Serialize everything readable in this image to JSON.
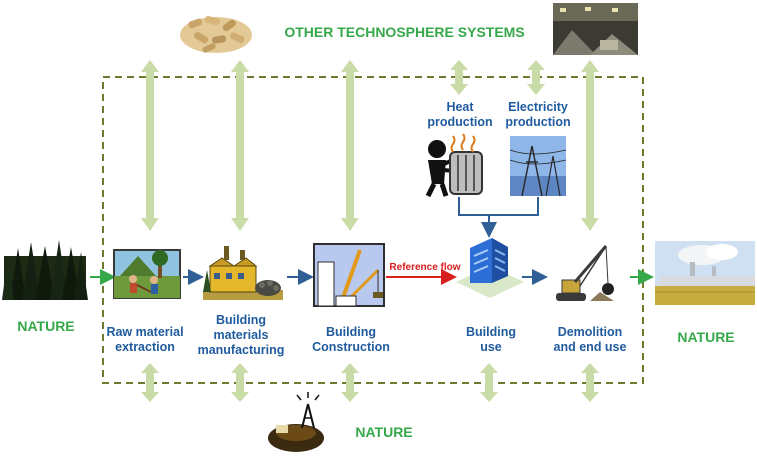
{
  "title": "OTHER TECHNOSPHERE SYSTEMS",
  "nature_left": "NATURE",
  "nature_right": "NATURE",
  "nature_bottom": "NATURE",
  "reference_flow": "Reference flow",
  "stages": {
    "raw": {
      "line1": "Raw material",
      "line2": "extraction"
    },
    "materials": {
      "line1": "Building",
      "line2": "materials",
      "line3": "manufacturing"
    },
    "construction": {
      "line1": "Building",
      "line2": "Construction"
    },
    "use": {
      "line1": "Building",
      "line2": "use"
    },
    "demolition": {
      "line1": "Demolition",
      "line2": "and end use"
    }
  },
  "inputs": {
    "heat": {
      "line1": "Heat",
      "line2": "production"
    },
    "electricity": {
      "line1": "Electricity",
      "line2": "production"
    }
  },
  "colors": {
    "boundary": "#6b7a2c",
    "vertical_arrow": "#c9dba6",
    "flow_arrow": "#2f5f95",
    "reference_arrow": "#d91e1e",
    "nature_arrow": "#35a84a",
    "label_blue": "#1f5b9e",
    "label_green": "#35a84a"
  }
}
